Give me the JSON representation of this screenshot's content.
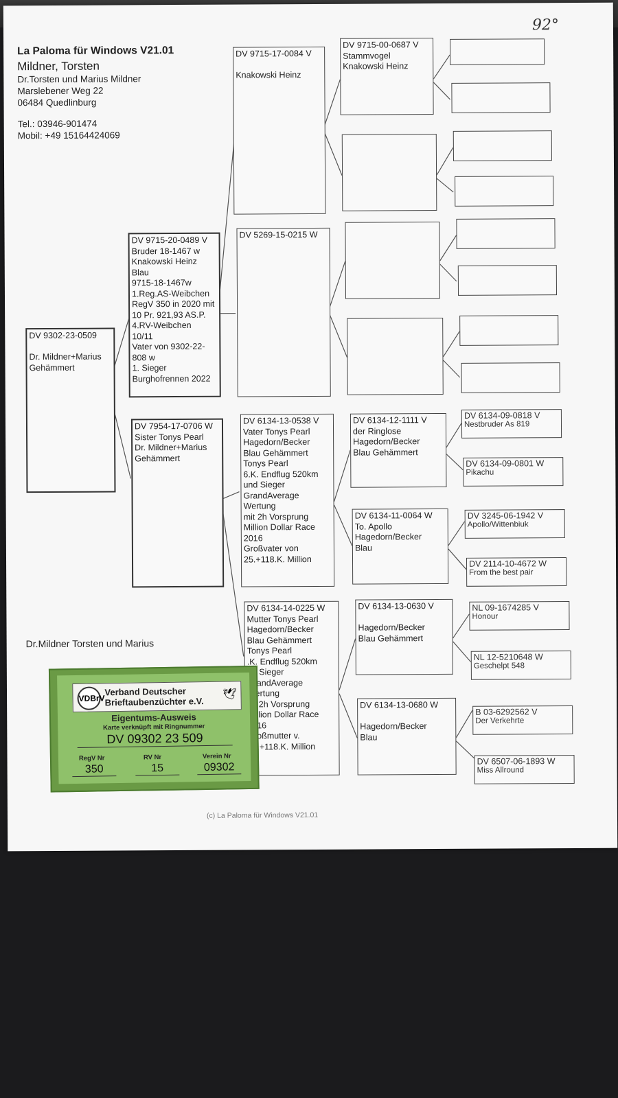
{
  "handwritten_note": "92°",
  "header": {
    "app": "La Paloma für Windows V21.01",
    "name": "Mildner, Torsten",
    "address": [
      "Dr.Torsten und Marius Mildner",
      "Marslebener Weg 22",
      "06484 Quedlinburg"
    ],
    "phone": "Tel.: 03946-901474",
    "mobile": "Mobil: +49 15164424069"
  },
  "pigeons": {
    "subject": {
      "ring": "DV 9302-23-0509",
      "lines": [
        "",
        "Dr. Mildner+Marius",
        "Gehämmert"
      ]
    },
    "father": {
      "ring": "DV 9715-20-0489 V",
      "lines": [
        "Bruder 18-1467 w",
        "Knakowski Heinz",
        "Blau",
        " 9715-18-1467w",
        "1.Reg.AS-Weibchen",
        "RegV 350 in 2020 mit",
        "10 Pr. 921,93 AS.P.",
        "4.RV-Weibchen",
        "10/11",
        "Vater von 9302-22-",
        "808 w",
        "1. Sieger",
        "Burghofrennen 2022"
      ]
    },
    "mother": {
      "ring": "DV 7954-17-0706 W",
      "lines": [
        "Sister Tonys Pearl",
        "Dr. Mildner+Marius",
        "Gehämmert"
      ]
    },
    "ff": {
      "ring": "DV 9715-17-0084 V",
      "lines": [
        "",
        "Knakowski Heinz"
      ]
    },
    "fm": {
      "ring": "DV 5269-15-0215 W",
      "lines": []
    },
    "mf": {
      "ring": "DV 6134-13-0538 V",
      "lines": [
        "Vater Tonys Pearl",
        "Hagedorn/Becker",
        "Blau Gehämmert",
        " Tonys Pearl",
        "6.K. Endflug 520km",
        "und Sieger",
        "GrandAverage",
        "Wertung",
        "mit 2h Vorsprung",
        "Million Dollar Race",
        "2016",
        "Großvater von",
        "25.+118.K. Million"
      ]
    },
    "mm": {
      "ring": "DV 6134-14-0225 W",
      "lines": [
        "Mutter Tonys Pearl",
        "Hagedorn/Becker",
        "Blau Gehämmert",
        "Tonys Pearl",
        ".K. Endflug 520km",
        "nd Sieger",
        "GrandAverage",
        "Wertung",
        "nit 2h Vorsprung",
        "Million Dollar Race",
        "2016",
        "Großmutter v.",
        "25.+118.K. Million"
      ]
    },
    "fff": {
      "ring": "DV 9715-00-0687 V",
      "lines": [
        "Stammvogel",
        "Knakowski Heinz"
      ]
    },
    "mff": {
      "ring": "DV 6134-12-1111 V",
      "lines": [
        "der Ringlose",
        "Hagedorn/Becker",
        "Blau Gehämmert"
      ]
    },
    "mfm": {
      "ring": "DV 6134-11-0064 W",
      "lines": [
        "To. Apollo",
        "Hagedorn/Becker",
        "Blau"
      ]
    },
    "mmf": {
      "ring": "DV 6134-13-0630 V",
      "lines": [
        "",
        "",
        "Hagedorn/Becker",
        "Blau Gehämmert"
      ]
    },
    "mmm": {
      "ring": "DV 6134-13-0680 W",
      "lines": [
        "",
        "",
        "Hagedorn/Becker",
        "Blau"
      ]
    },
    "g1": {
      "ring": "DV 6134-09-0818 V",
      "lines": [
        "Nestbruder As 819"
      ]
    },
    "g2": {
      "ring": "DV 6134-09-0801 W",
      "lines": [
        "Pikachu"
      ]
    },
    "g3": {
      "ring": "DV 3245-06-1942 V",
      "lines": [
        "Apollo/Wittenbiuk"
      ]
    },
    "g4": {
      "ring": "DV 2114-10-4672 W",
      "lines": [
        "From the best pair"
      ]
    },
    "g5": {
      "ring": "NL 09-1674285 V",
      "lines": [
        "Honour"
      ]
    },
    "g6": {
      "ring": "NL 12-5210648 W",
      "lines": [
        "Geschelpt 548"
      ]
    },
    "g7": {
      "ring": "B  03-6292562 V",
      "lines": [
        "Der Verkehrte"
      ]
    },
    "g8": {
      "ring": "DV 6507-06-1893 W",
      "lines": [
        "Miss Allround"
      ]
    }
  },
  "owner_line": "Dr.Mildner Torsten und Marius",
  "card": {
    "logo": "VDBrV",
    "org_line1": "Verband Deutscher",
    "org_line2": "Brieftaubenzüchter e.V.",
    "title": "Eigentums-Ausweis",
    "subtitle": "Karte verknüpft mit Ringnummer",
    "ring_number": "DV 09302 23 509",
    "regv_label": "RegV Nr",
    "regv_value": "350",
    "rv_label": "RV Nr",
    "rv_value": "15",
    "verein_label": "Verein Nr",
    "verein_value": "09302"
  },
  "footer": "(c) La Paloma für Windows V21.01"
}
